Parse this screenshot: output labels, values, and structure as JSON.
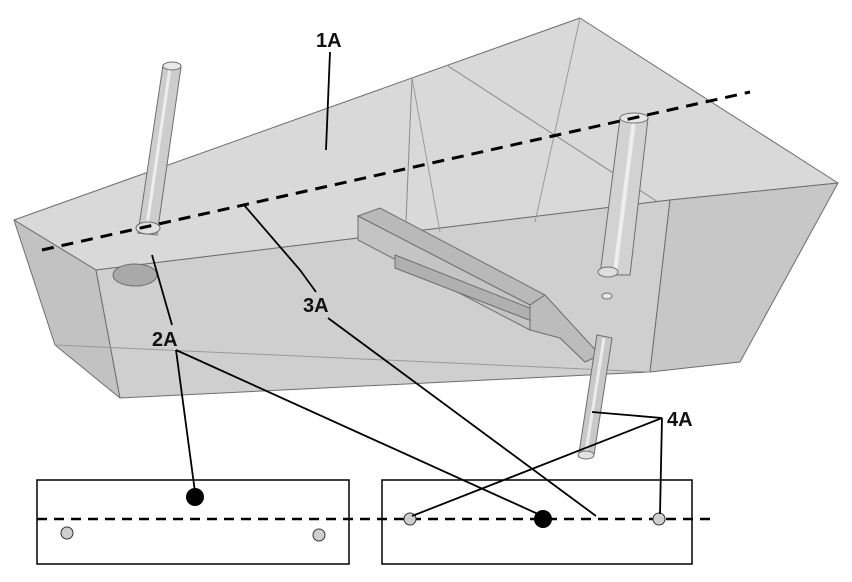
{
  "labels": {
    "body": "1A",
    "rods": "2A",
    "axis_line": "3A",
    "tubes": "4A"
  },
  "colors": {
    "face_light": "#d6d6d6",
    "face_mid": "#cacaca",
    "face_dark": "#bdbdbd",
    "edge": "#6e6e6e",
    "line": "#000000",
    "dot_small": "#c8c8c8"
  }
}
